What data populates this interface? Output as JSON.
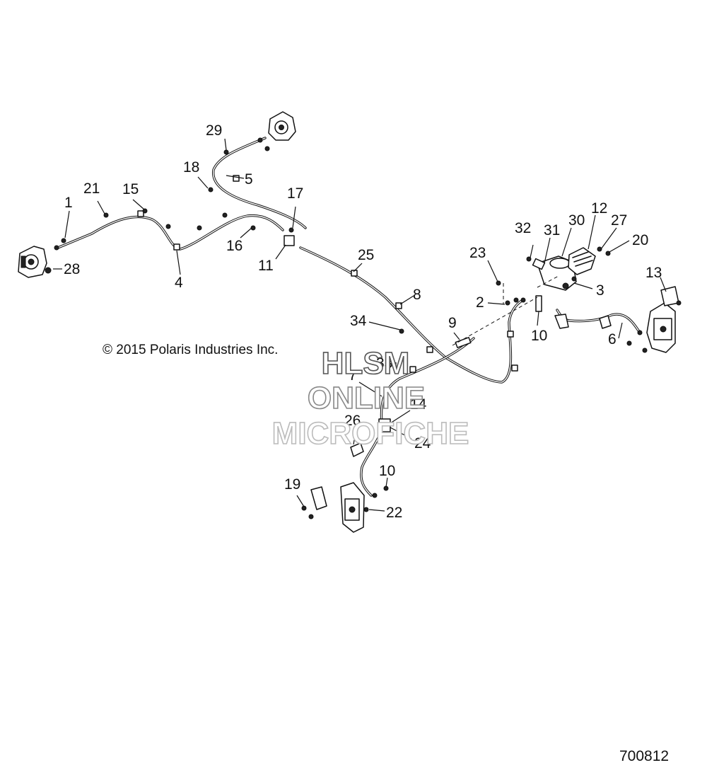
{
  "copyright": "© 2015 Polaris Industries Inc.",
  "figure_number": "700812",
  "watermark": [
    "HLSM",
    "ONLINE",
    "MICROFICHE"
  ],
  "callouts": [
    "1",
    "2",
    "3",
    "4",
    "5",
    "6",
    "7",
    "8",
    "9",
    "10",
    "10",
    "11",
    "12",
    "13",
    "14",
    "15",
    "16",
    "17",
    "18",
    "19",
    "20",
    "21",
    "22",
    "23",
    "24",
    "25",
    "26",
    "27",
    "28",
    "29",
    "30",
    "31",
    "32",
    "33",
    "34"
  ]
}
